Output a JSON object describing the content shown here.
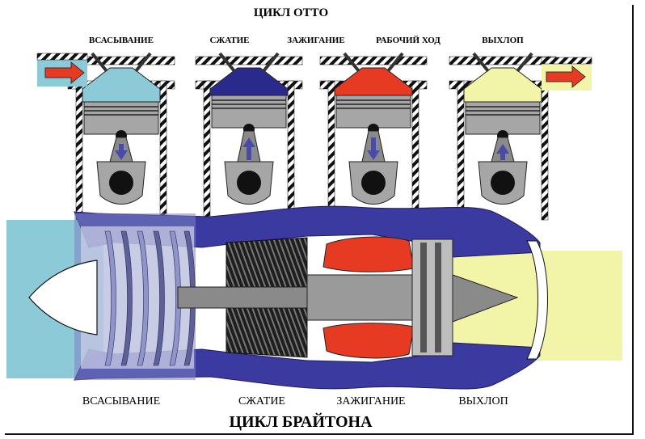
{
  "otto": {
    "title": "ЦИКЛ ОТТО",
    "stages": [
      "ВСАСЫВАНИЕ",
      "СЖАТИЕ",
      "ЗАЖИГАНИЕ",
      "РАБОЧИЙ ХОД",
      "ВЫХЛОП"
    ]
  },
  "brayton": {
    "title": "ЦИКЛ БРАЙТОНА",
    "stages": [
      "ВСАСЫВАНИЕ",
      "СЖАТИЕ",
      "ЗАЖИГАНИЕ",
      "ВЫХЛОП"
    ]
  },
  "colors": {
    "intake": "#8ccad8",
    "compression": "#2a2a8c",
    "combustion": "#e63a22",
    "exhaust": "#f2f5a8",
    "casing": "#3a3aa0",
    "metal": "#a6a6a6",
    "arrow_red": "#e63a22",
    "arrow_blue": "#4a4aa8"
  }
}
